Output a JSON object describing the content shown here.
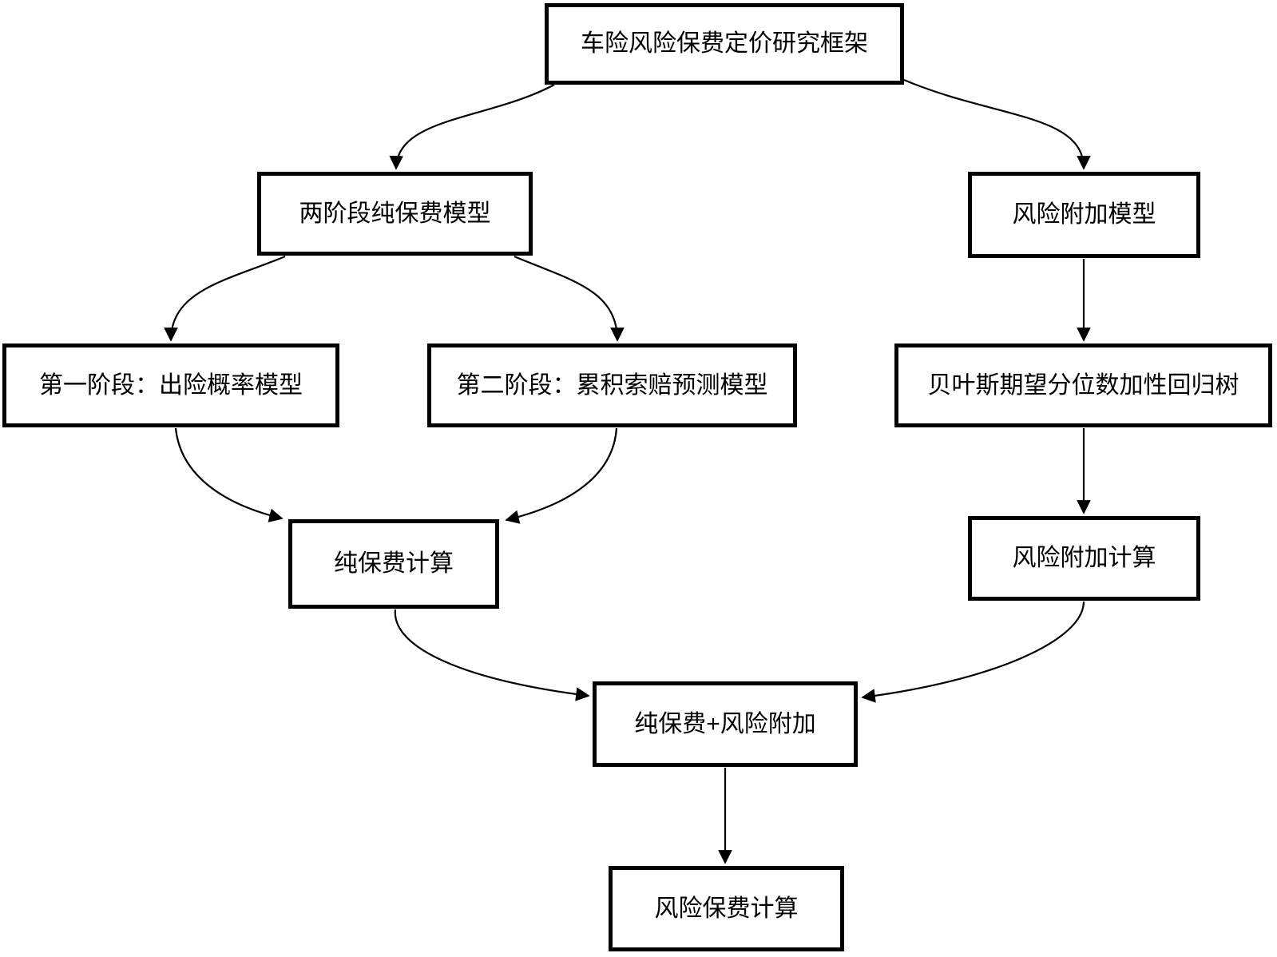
{
  "diagram": {
    "type": "flowchart",
    "title": "车险风险保费定价研究框架",
    "colors": {
      "background": "#ffffff",
      "node_fill": "#ffffff",
      "node_border": "#000000",
      "text": "#000000",
      "arrow": "#000000"
    },
    "nodes": [
      {
        "id": "framework",
        "label": "车险风险保费定价研究框架"
      },
      {
        "id": "two-stage-pure-premium-model",
        "label": "两阶段纯保费模型"
      },
      {
        "id": "risk-loading-model",
        "label": "风险附加模型"
      },
      {
        "id": "stage-one-claim-probability-model",
        "label": "第一阶段：出险概率模型"
      },
      {
        "id": "stage-two-cumulative-claims-prediction-model",
        "label": "第二阶段：累积索赔预测模型"
      },
      {
        "id": "bayesian-expectile-additive-regression-tree",
        "label": "贝叶斯期望分位数加性回归树"
      },
      {
        "id": "pure-premium-calculation",
        "label": "纯保费计算"
      },
      {
        "id": "risk-loading-calculation",
        "label": "风险附加计算"
      },
      {
        "id": "pure-premium-plus-risk-loading",
        "label": "纯保费+风险附加"
      },
      {
        "id": "risk-premium-calculation",
        "label": "风险保费计算"
      }
    ],
    "edges": [
      {
        "from": "framework",
        "to": "two-stage-pure-premium-model"
      },
      {
        "from": "framework",
        "to": "risk-loading-model"
      },
      {
        "from": "two-stage-pure-premium-model",
        "to": "stage-one-claim-probability-model"
      },
      {
        "from": "two-stage-pure-premium-model",
        "to": "stage-two-cumulative-claims-prediction-model"
      },
      {
        "from": "risk-loading-model",
        "to": "bayesian-expectile-additive-regression-tree"
      },
      {
        "from": "stage-one-claim-probability-model",
        "to": "pure-premium-calculation"
      },
      {
        "from": "stage-two-cumulative-claims-prediction-model",
        "to": "pure-premium-calculation"
      },
      {
        "from": "bayesian-expectile-additive-regression-tree",
        "to": "risk-loading-calculation"
      },
      {
        "from": "pure-premium-calculation",
        "to": "pure-premium-plus-risk-loading"
      },
      {
        "from": "risk-loading-calculation",
        "to": "pure-premium-plus-risk-loading"
      },
      {
        "from": "pure-premium-plus-risk-loading",
        "to": "risk-premium-calculation"
      }
    ]
  }
}
